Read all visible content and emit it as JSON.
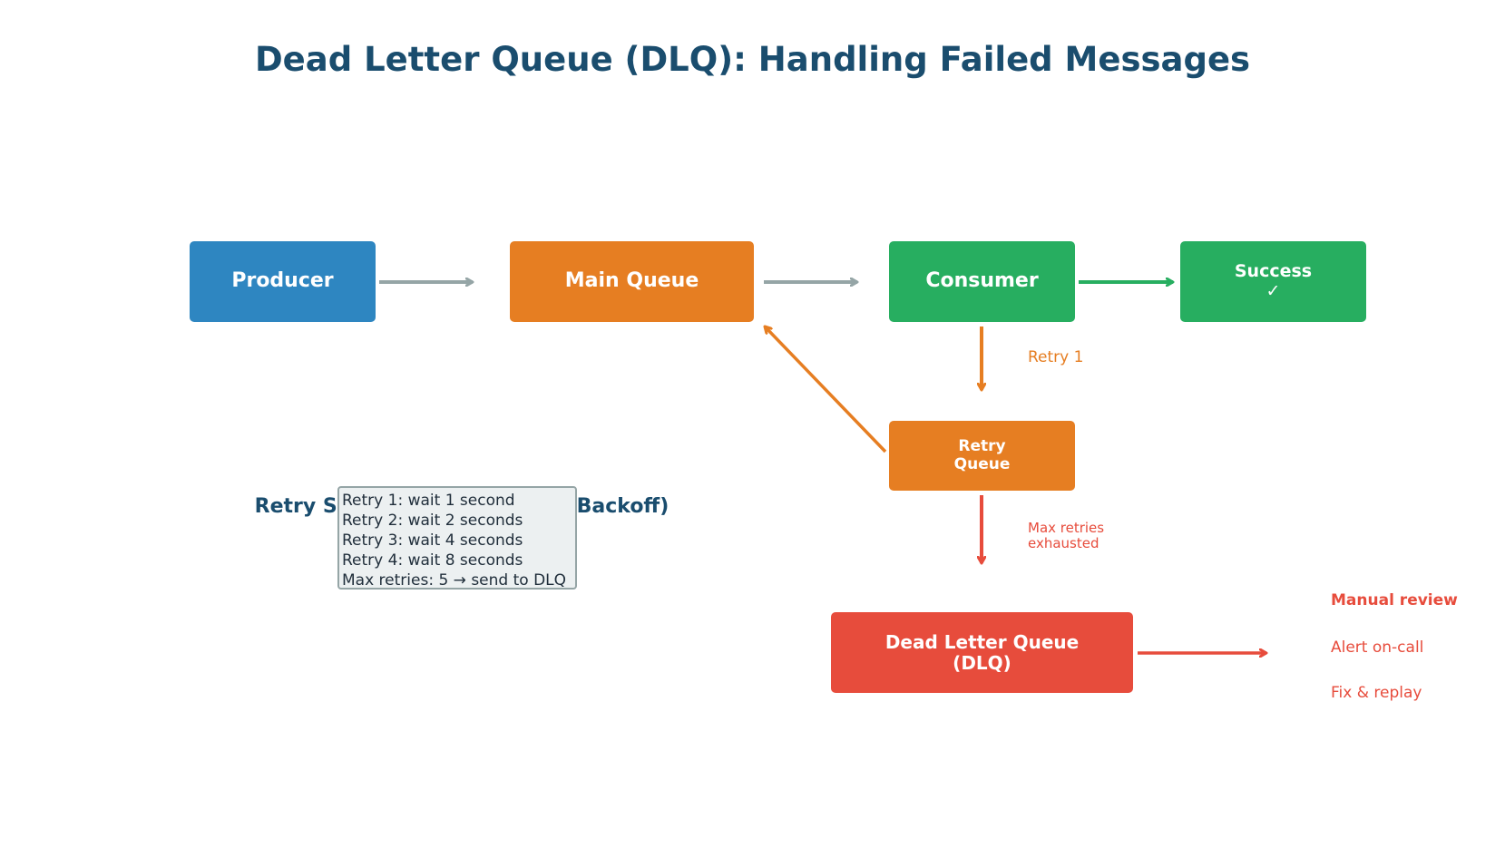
{
  "title": "Dead Letter Queue (DLQ): Handling Failed Messages",
  "nodes": {
    "producer": "Producer",
    "main_queue": "Main Queue",
    "consumer": "Consumer",
    "success": "Success\n✓",
    "retry_queue": "Retry\nQueue",
    "dlq": "Dead Letter Queue\n(DLQ)"
  },
  "edge_labels": {
    "retry_1": "Retry 1",
    "max_retries": "Max retries\nexhausted"
  },
  "backoff_heading": "Retry Strategy (Exponential Backoff)",
  "backoff_lines": [
    "Retry 1: wait 1 second",
    "Retry 2: wait 2 seconds",
    "Retry 3: wait 4 seconds",
    "Retry 4: wait 8 seconds",
    "Max retries: 5 → send to DLQ"
  ],
  "dlq_actions": [
    "Manual review",
    "Alert on-call",
    "Fix & replay"
  ],
  "colors": {
    "producer": "#2e86c1",
    "queue": "#e67e22",
    "consumer": "#27ae60",
    "dlq": "#e74c3c",
    "flow_arrow": "#95a5a6",
    "title": "#1a4d6e"
  }
}
